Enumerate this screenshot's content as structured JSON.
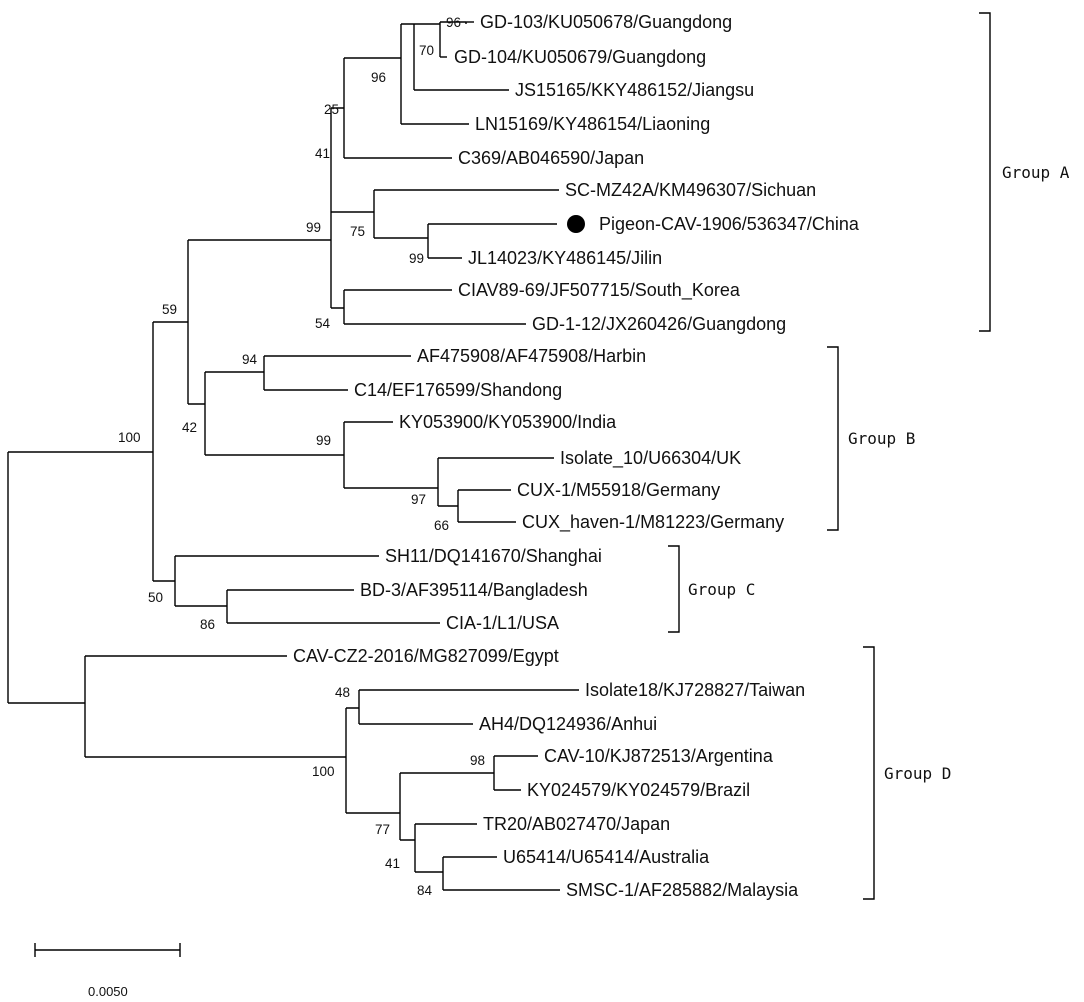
{
  "tree": {
    "taxa": {
      "gd103": "GD-103/KU050678/Guangdong",
      "gd104": "GD-104/KU050679/Guangdong",
      "js15165": "JS15165/KKY486152/Jiangsu",
      "ln15169": "LN15169/KY486154/Liaoning",
      "c369": "C369/AB046590/Japan",
      "scmz42a": "SC-MZ42A/KM496307/Sichuan",
      "pigeon": "Pigeon-CAV-1906/536347/China",
      "jl14023": "JL14023/KY486145/Jilin",
      "ciav8969": "CIAV89-69/JF507715/South_Korea",
      "gd112": "GD-1-12/JX260426/Guangdong",
      "af475908": "AF475908/AF475908/Harbin",
      "c14": "C14/EF176599/Shandong",
      "ky053900": "KY053900/KY053900/India",
      "isolate10": "Isolate_10/U66304/UK",
      "cux1": "CUX-1/M55918/Germany",
      "cuxhaven1": "CUX_haven-1/M81223/Germany",
      "sh11": "SH11/DQ141670/Shanghai",
      "bd3": "BD-3/AF395114/Bangladesh",
      "cia1": "CIA-1/L1/USA",
      "cavcz2": "CAV-CZ2-2016/MG827099/Egypt",
      "isolate18": "Isolate18/KJ728827/Taiwan",
      "ah4": "AH4/DQ124936/Anhui",
      "cav10": "CAV-10/KJ872513/Argentina",
      "ky024579": "KY024579/KY024579/Brazil",
      "tr20": "TR20/AB027470/Japan",
      "u65414": "U65414/U65414/Australia",
      "smsc1": "SMSC-1/AF285882/Malaysia"
    },
    "support": {
      "s96a": "96",
      "s70": "70",
      "s96b": "96",
      "s25": "25",
      "s41a": "41",
      "s99a": "99",
      "s75": "75",
      "s99b": "99",
      "s54": "54",
      "s59": "59",
      "s94": "94",
      "s42": "42",
      "s99c": "99",
      "s97": "97",
      "s66": "66",
      "s100a": "100",
      "s50": "50",
      "s86": "86",
      "s48": "48",
      "s98": "98",
      "s100b": "100",
      "s77": "77",
      "s41b": "41",
      "s84": "84"
    },
    "groups": {
      "a": "Group A",
      "b": "Group B",
      "c": "Group C",
      "d": "Group D"
    },
    "scale_bar": {
      "label": "0.0050"
    },
    "marker": {
      "shape": "filled-circle",
      "color": "#000000",
      "taxon": "Pigeon-CAV-1906/536347/China"
    }
  }
}
